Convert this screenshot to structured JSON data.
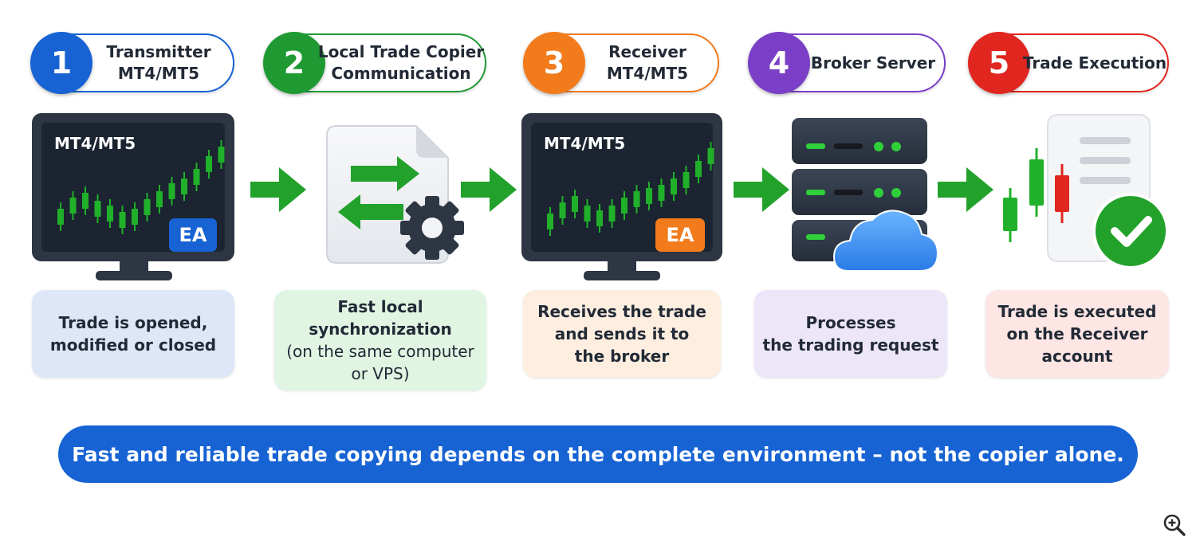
{
  "steps": [
    {
      "number": "1",
      "title_lines": [
        "Transmitter",
        "MT4/MT5"
      ],
      "color": "#1763d4",
      "desc_lines": [
        {
          "text": "Trade is opened,",
          "bold": true
        },
        {
          "text": "modified or closed",
          "bold": true
        }
      ],
      "desc_bg": "#dde7f8"
    },
    {
      "number": "2",
      "title_lines": [
        "Local Trade Copier",
        "Communication"
      ],
      "color": "#1f9a33",
      "desc_lines": [
        {
          "text": "Fast local",
          "bold": true
        },
        {
          "text": "synchronization",
          "bold": true
        },
        {
          "text": "(on the same computer",
          "bold": false
        },
        {
          "text": "or VPS)",
          "bold": false
        }
      ],
      "desc_bg": "#e1f5e3"
    },
    {
      "number": "3",
      "title_lines": [
        "Receiver",
        "MT4/MT5"
      ],
      "color": "#f27b1c",
      "desc_lines": [
        {
          "text": "Receives the trade",
          "bold": true
        },
        {
          "text": "and sends it to",
          "bold": true
        },
        {
          "text": "the broker",
          "bold": true
        }
      ],
      "desc_bg": "#fdeee0"
    },
    {
      "number": "4",
      "title_lines": [
        "Broker Server"
      ],
      "color": "#7a3fc6",
      "desc_lines": [
        {
          "text": "Processes",
          "bold": true
        },
        {
          "text": "the trading request",
          "bold": true
        }
      ],
      "desc_bg": "#ece6f8"
    },
    {
      "number": "5",
      "title_lines": [
        "Trade Execution"
      ],
      "color": "#e0261f",
      "desc_lines": [
        {
          "text": "Trade is executed",
          "bold": true
        },
        {
          "text": "on the Receiver",
          "bold": true
        },
        {
          "text": "account",
          "bold": true
        }
      ],
      "desc_bg": "#fde6e4"
    }
  ],
  "monitor1": {
    "label": "MT4/MT5",
    "badge": "EA",
    "badge_color": "#1763d4"
  },
  "monitor3": {
    "label": "MT4/MT5",
    "badge": "EA",
    "badge_color": "#f27b1c"
  },
  "icons": {
    "step2": "file-exchange-gear-icon",
    "step4": "server-cloud-icon",
    "step5": "candlestick-check-document-icon",
    "flow_arrow": "arrow-right-icon",
    "zoom": "zoom-in-icon"
  },
  "colors": {
    "arrow_green": "#22a12b",
    "candle_green": "#20b02a",
    "candle_red": "#e0261f",
    "screen": "#1b2430",
    "bezel": "#2e3644"
  },
  "banner": "Fast and reliable trade copying depends on the complete environment – not the copier alone."
}
